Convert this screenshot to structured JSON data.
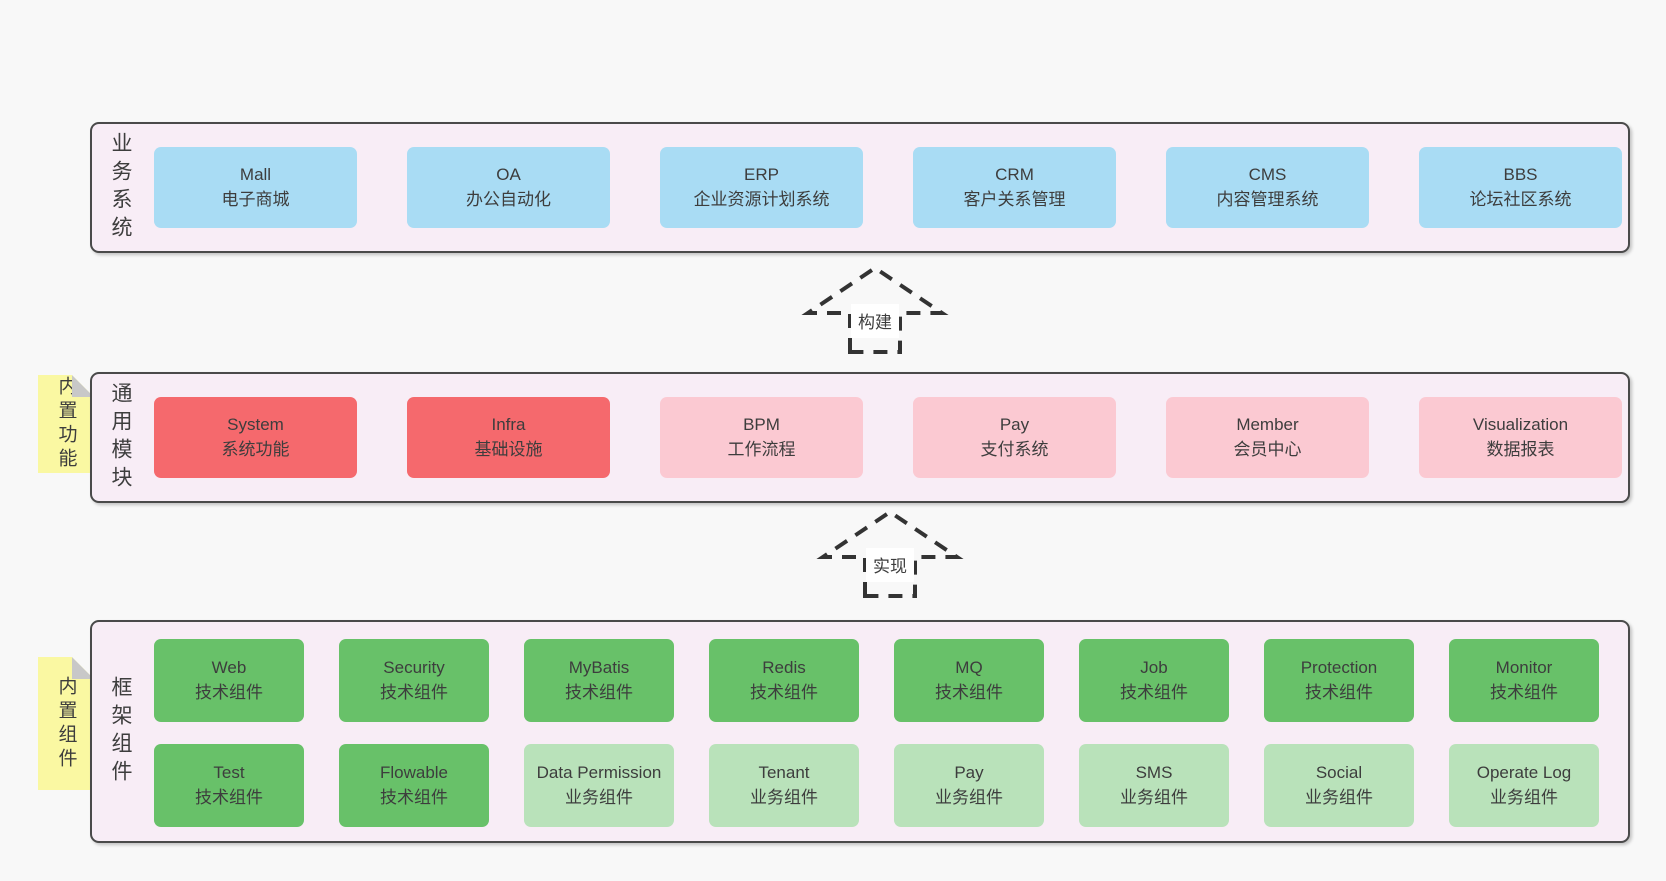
{
  "colors": {
    "page-bg": "#f8f8f8",
    "layer-bg": "#f8edf6",
    "border": "#4a4a4a",
    "text": "#3d3d3d",
    "blue": "#a9dcf4",
    "red": "#f5696d",
    "pink": "#fbc9d2",
    "green": "#68c169",
    "lightgreen": "#b9e2ba",
    "yellow": "#faf8a2",
    "fold": "#c8c8c8",
    "arrow": "#333333"
  },
  "arrows": {
    "build": "构建",
    "implement": "实现"
  },
  "layer1": {
    "label": "业务系统",
    "boxes": [
      {
        "name": "Mall",
        "desc": "电子商城",
        "variant": "blue"
      },
      {
        "name": "OA",
        "desc": "办公自动化",
        "variant": "blue"
      },
      {
        "name": "ERP",
        "desc": "企业资源计划系统",
        "variant": "blue"
      },
      {
        "name": "CRM",
        "desc": "客户关系管理",
        "variant": "blue"
      },
      {
        "name": "CMS",
        "desc": "内容管理系统",
        "variant": "blue"
      },
      {
        "name": "BBS",
        "desc": "论坛社区系统",
        "variant": "blue"
      }
    ]
  },
  "layer2": {
    "label": "通用模块",
    "note": "内置功能",
    "boxes": [
      {
        "name": "System",
        "desc": "系统功能",
        "variant": "red"
      },
      {
        "name": "Infra",
        "desc": "基础设施",
        "variant": "red"
      },
      {
        "name": "BPM",
        "desc": "工作流程",
        "variant": "pink"
      },
      {
        "name": "Pay",
        "desc": "支付系统",
        "variant": "pink"
      },
      {
        "name": "Member",
        "desc": "会员中心",
        "variant": "pink"
      },
      {
        "name": "Visualization",
        "desc": "数据报表",
        "variant": "pink"
      }
    ]
  },
  "layer3": {
    "label": "框架组件",
    "note": "内置组件",
    "row1": [
      {
        "name": "Web",
        "desc": "技术组件",
        "variant": "green"
      },
      {
        "name": "Security",
        "desc": "技术组件",
        "variant": "green"
      },
      {
        "name": "MyBatis",
        "desc": "技术组件",
        "variant": "green"
      },
      {
        "name": "Redis",
        "desc": "技术组件",
        "variant": "green"
      },
      {
        "name": "MQ",
        "desc": "技术组件",
        "variant": "green"
      },
      {
        "name": "Job",
        "desc": "技术组件",
        "variant": "green"
      },
      {
        "name": "Protection",
        "desc": "技术组件",
        "variant": "green"
      },
      {
        "name": "Monitor",
        "desc": "技术组件",
        "variant": "green"
      }
    ],
    "row2": [
      {
        "name": "Test",
        "desc": "技术组件",
        "variant": "green"
      },
      {
        "name": "Flowable",
        "desc": "技术组件",
        "variant": "green"
      },
      {
        "name": "Data Permission",
        "desc": "业务组件",
        "variant": "lightgreen"
      },
      {
        "name": "Tenant",
        "desc": "业务组件",
        "variant": "lightgreen"
      },
      {
        "name": "Pay",
        "desc": "业务组件",
        "variant": "lightgreen"
      },
      {
        "name": "SMS",
        "desc": "业务组件",
        "variant": "lightgreen"
      },
      {
        "name": "Social",
        "desc": "业务组件",
        "variant": "lightgreen"
      },
      {
        "name": "Operate Log",
        "desc": "业务组件",
        "variant": "lightgreen"
      }
    ]
  }
}
